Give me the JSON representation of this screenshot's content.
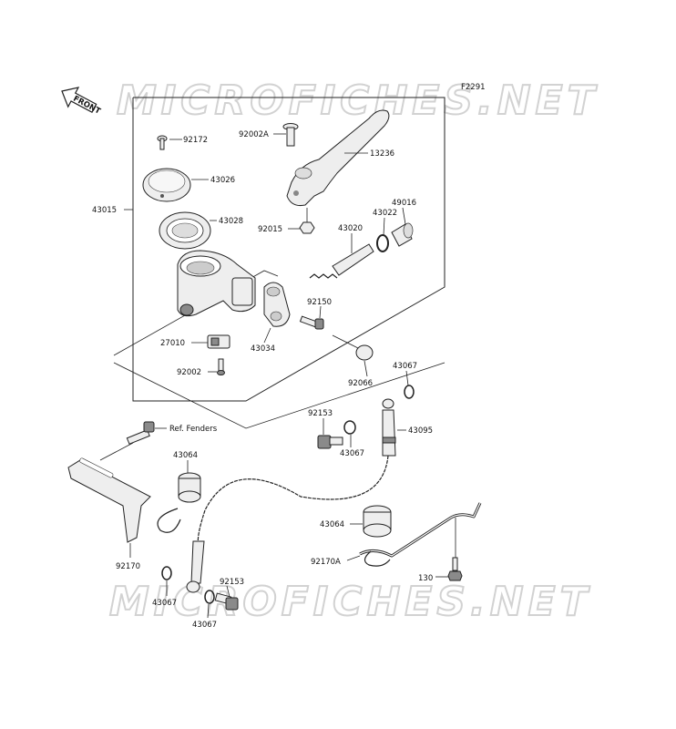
{
  "diagram_code": "F2291",
  "watermark_text": "MICROFICHES.NET",
  "front_label": "FRONT",
  "parts": [
    {
      "id": "p92172",
      "label": "92172"
    },
    {
      "id": "p43026",
      "label": "43026"
    },
    {
      "id": "p43028",
      "label": "43028"
    },
    {
      "id": "p43015",
      "label": "43015"
    },
    {
      "id": "p92002A",
      "label": "92002A"
    },
    {
      "id": "p13236",
      "label": "13236"
    },
    {
      "id": "p92015",
      "label": "92015"
    },
    {
      "id": "p43020",
      "label": "43020"
    },
    {
      "id": "p43022",
      "label": "43022"
    },
    {
      "id": "p49016",
      "label": "49016"
    },
    {
      "id": "p92150",
      "label": "92150"
    },
    {
      "id": "p27010",
      "label": "27010"
    },
    {
      "id": "p43034",
      "label": "43034"
    },
    {
      "id": "p92002",
      "label": "92002"
    },
    {
      "id": "p92066",
      "label": "92066"
    },
    {
      "id": "p43067a",
      "label": "43067"
    },
    {
      "id": "p92153a",
      "label": "92153"
    },
    {
      "id": "p43095",
      "label": "43095"
    },
    {
      "id": "p43067b",
      "label": "43067"
    },
    {
      "id": "pref",
      "label": "Ref. Fenders"
    },
    {
      "id": "p43064a",
      "label": "43064"
    },
    {
      "id": "p92170",
      "label": "92170"
    },
    {
      "id": "p43064b",
      "label": "43064"
    },
    {
      "id": "p92170A",
      "label": "92170A"
    },
    {
      "id": "p130",
      "label": "130"
    },
    {
      "id": "p43067c",
      "label": "43067"
    },
    {
      "id": "p92153b",
      "label": "92153"
    },
    {
      "id": "p43067d",
      "label": "43067"
    }
  ]
}
